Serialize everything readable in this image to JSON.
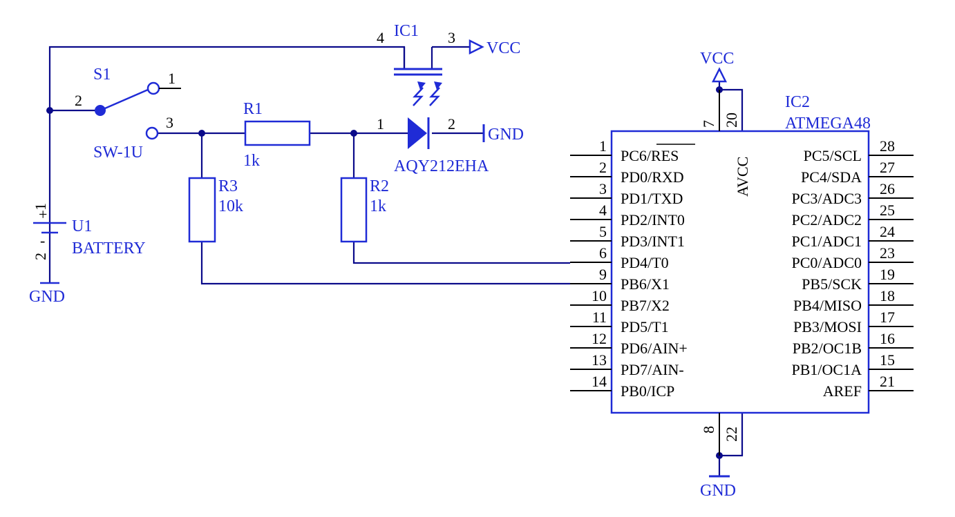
{
  "colors": {
    "part": "#1f2bd6",
    "wire": "#0a0a8a",
    "text_pin": "#000000"
  },
  "power": {
    "vcc": "VCC",
    "gnd": "GND"
  },
  "s1": {
    "ref": "S1",
    "value": "SW-1U",
    "pin1": "1",
    "pin2": "2",
    "pin3": "3"
  },
  "ic1": {
    "ref": "IC1",
    "value": "AQY212EHA",
    "pin1": "1",
    "pin2": "2",
    "pin3": "3",
    "pin4": "4"
  },
  "r1": {
    "ref": "R1",
    "value": "1k"
  },
  "r2": {
    "ref": "R2",
    "value": "1k"
  },
  "r3": {
    "ref": "R3",
    "value": "10k"
  },
  "u1": {
    "ref": "U1",
    "value": "BATTERY",
    "pin1": "1",
    "pin2": "2",
    "plus": "+",
    "minus": "-"
  },
  "ic2": {
    "ref": "IC2",
    "value": "ATMEGA48",
    "avcc_label": "AVCC",
    "top_pins": [
      "7",
      "20"
    ],
    "bottom_pins": [
      "8",
      "22"
    ],
    "left": [
      {
        "num": "1",
        "name": "PC6/RES"
      },
      {
        "num": "2",
        "name": "PD0/RXD"
      },
      {
        "num": "3",
        "name": "PD1/TXD"
      },
      {
        "num": "4",
        "name": "PD2/INT0"
      },
      {
        "num": "5",
        "name": "PD3/INT1"
      },
      {
        "num": "6",
        "name": "PD4/T0"
      },
      {
        "num": "9",
        "name": "PB6/X1"
      },
      {
        "num": "10",
        "name": "PB7/X2"
      },
      {
        "num": "11",
        "name": "PD5/T1"
      },
      {
        "num": "12",
        "name": "PD6/AIN+"
      },
      {
        "num": "13",
        "name": "PD7/AIN-"
      },
      {
        "num": "14",
        "name": "PB0/ICP"
      }
    ],
    "right": [
      {
        "num": "28",
        "name": "PC5/SCL"
      },
      {
        "num": "27",
        "name": "PC4/SDA"
      },
      {
        "num": "26",
        "name": "PC3/ADC3"
      },
      {
        "num": "25",
        "name": "PC2/ADC2"
      },
      {
        "num": "24",
        "name": "PC1/ADC1"
      },
      {
        "num": "23",
        "name": "PC0/ADC0"
      },
      {
        "num": "19",
        "name": "PB5/SCK"
      },
      {
        "num": "18",
        "name": "PB4/MISO"
      },
      {
        "num": "17",
        "name": "PB3/MOSI"
      },
      {
        "num": "16",
        "name": "PB2/OC1B"
      },
      {
        "num": "15",
        "name": "PB1/OC1A"
      },
      {
        "num": "21",
        "name": "AREF"
      }
    ]
  }
}
